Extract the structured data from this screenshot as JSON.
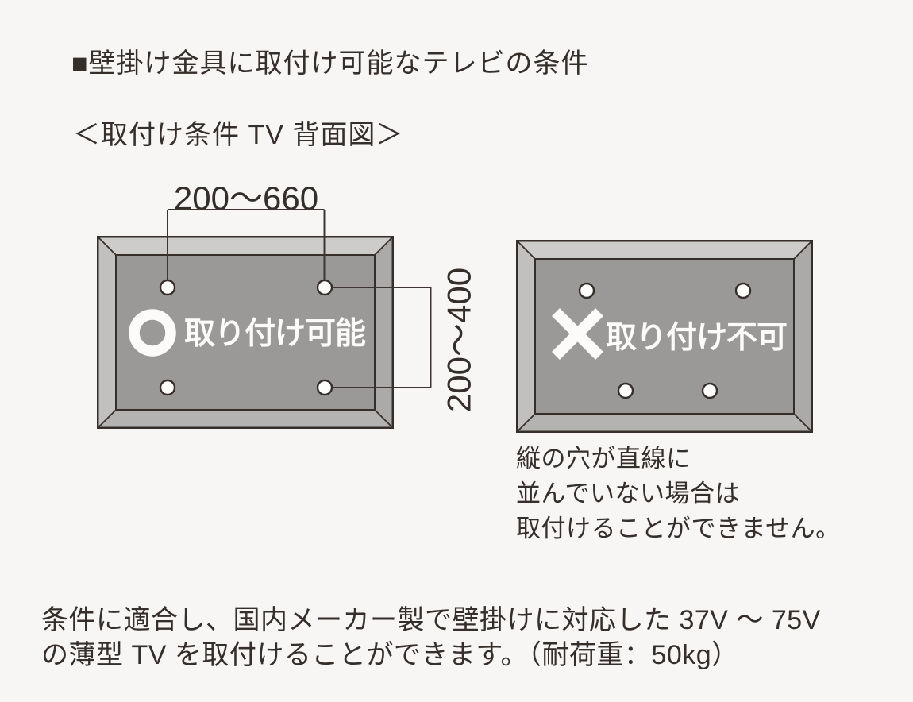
{
  "page": {
    "title": "■壁掛け金具に取付け可能なテレビの条件",
    "subtitle": "＜取付け条件 TV 背面図＞"
  },
  "diagram": {
    "dim_horizontal": "200〜660",
    "dim_vertical": "200〜400",
    "tv_ok": {
      "label": "取り付け可能",
      "mark": "ok-circle"
    },
    "tv_ng": {
      "label": "取り付け不可",
      "mark": "ng-cross"
    },
    "note_lines": [
      "縦の穴が直線に",
      "並んでいない場合は",
      "取付けることができません。"
    ]
  },
  "footer": {
    "line1": "条件に適合し、国内メーカー製で壁掛けに対応した 37V 〜 75V",
    "line2": "の薄型 TV を取付けることができます。（耐荷重：50kg）"
  },
  "colors": {
    "background": "#f7f6f4",
    "ink": "#352e2b",
    "panel_gray": "#9b9997",
    "bevel_top": "#ceccca",
    "bevel_left": "#c2c0be",
    "bevel_right": "#acaaa8",
    "bevel_bottom": "#b5b3b1",
    "mark_white": "#fcfbfa"
  }
}
